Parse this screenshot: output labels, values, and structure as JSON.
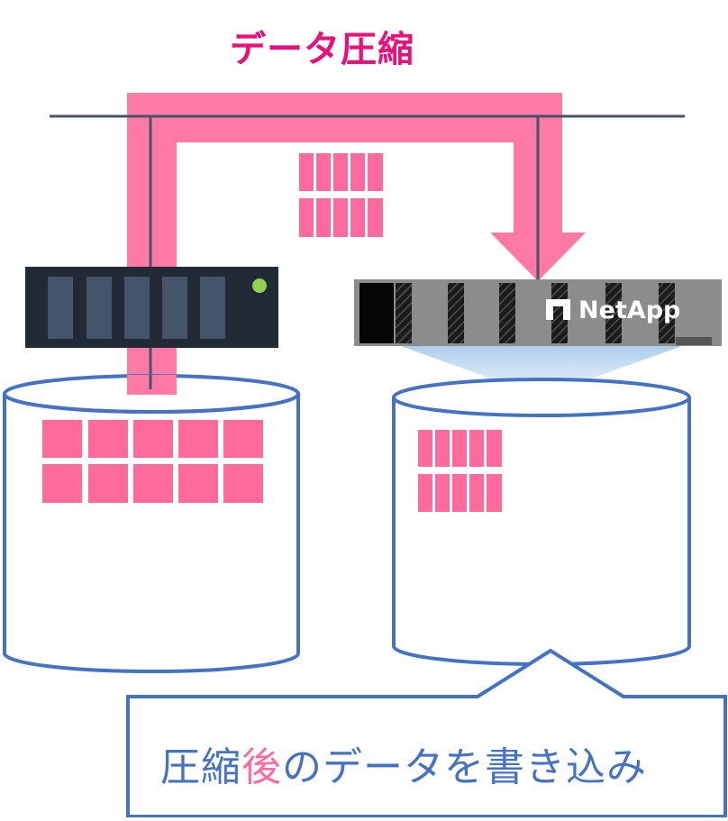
{
  "diagram": {
    "title": "データ圧縮",
    "callout": {
      "part1": "圧縮",
      "part2": "後",
      "part3": "のデータを書き込み"
    },
    "brand": "NetApp"
  },
  "colors": {
    "pink": "#ff79a6",
    "block_pink": "#ff6a9c",
    "title_pink": "#e8107a",
    "blue": "#4472c4",
    "line": "#44546a",
    "server_dark": "#222a35",
    "server_slot": "#44546a",
    "led_green": "#92d050",
    "netapp_gray": "#8c8c8c",
    "beam": "#bdd7ee"
  }
}
